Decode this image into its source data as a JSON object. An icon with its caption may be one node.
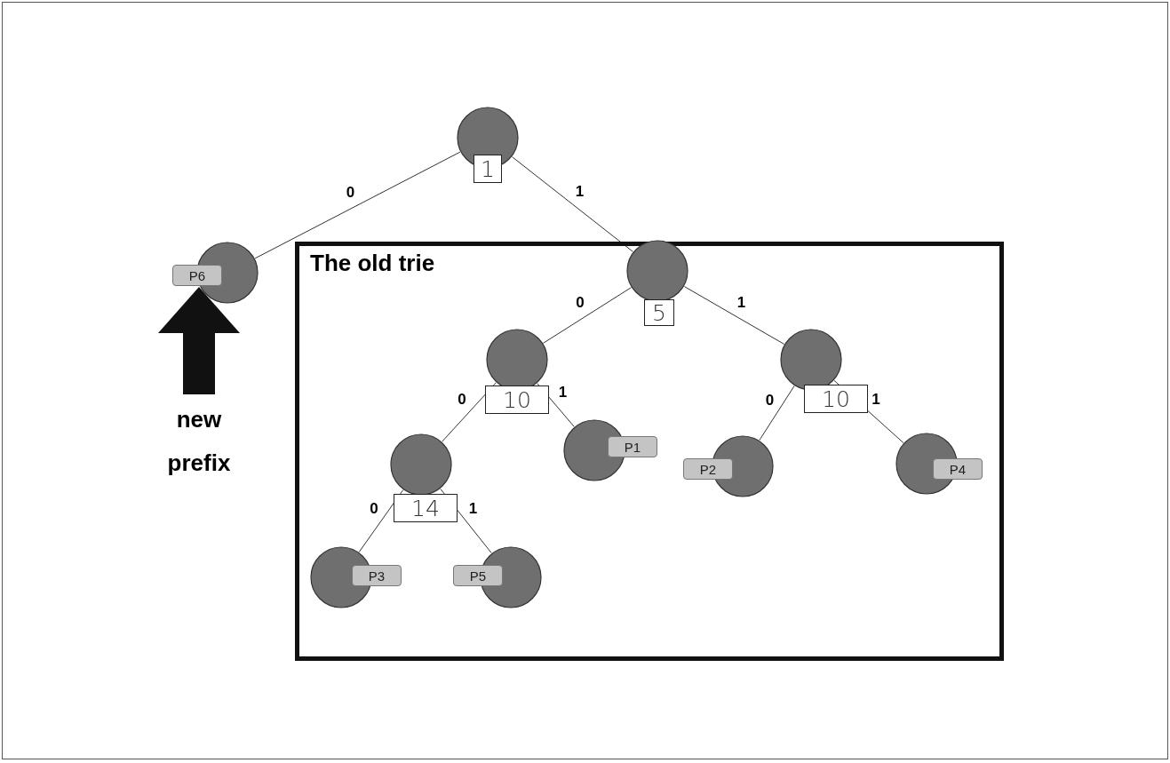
{
  "diagram": {
    "nodes": [
      {
        "text": [
          "1"
        ]
      },
      {
        "text": [
          "P6"
        ]
      },
      {
        "text": [
          "The old trie"
        ]
      },
      {
        "text": [
          "5"
        ],
        "in": 2
      },
      {
        "text": [
          "10"
        ],
        "in": 2
      },
      {
        "text": [
          "10"
        ],
        "in": 2
      },
      {
        "text": [
          "14"
        ],
        "in": 2
      },
      {
        "text": [
          "P1"
        ],
        "in": 2
      },
      {
        "text": [
          "P2"
        ],
        "in": 2
      },
      {
        "text": [
          "P4"
        ],
        "in": 2
      },
      {
        "text": [
          "P3"
        ],
        "in": 2
      },
      {
        "text": [
          "P5"
        ],
        "in": 2
      },
      {
        "text": [
          "new prefix"
        ]
      }
    ],
    "edges": [
      {
        "from": 0,
        "to": 1,
        "arrow": "none",
        "label": "0"
      },
      {
        "from": 0,
        "to": 3,
        "arrow": "none",
        "label": "1"
      },
      {
        "from": 3,
        "to": 4,
        "arrow": "none",
        "label": "0"
      },
      {
        "from": 3,
        "to": 5,
        "arrow": "none",
        "label": "1"
      },
      {
        "from": 4,
        "to": 6,
        "arrow": "none",
        "label": "0"
      },
      {
        "from": 4,
        "to": 7,
        "arrow": "none",
        "label": "1"
      },
      {
        "from": 5,
        "to": 8,
        "arrow": "none",
        "label": "0"
      },
      {
        "from": 5,
        "to": 9,
        "arrow": "none",
        "label": "1"
      },
      {
        "from": 6,
        "to": 10,
        "arrow": "none",
        "label": "0"
      },
      {
        "from": 6,
        "to": 11,
        "arrow": "none",
        "label": "1"
      },
      {
        "from": 12,
        "to": 1,
        "arrow": "to",
        "style": "thick"
      }
    ]
  }
}
